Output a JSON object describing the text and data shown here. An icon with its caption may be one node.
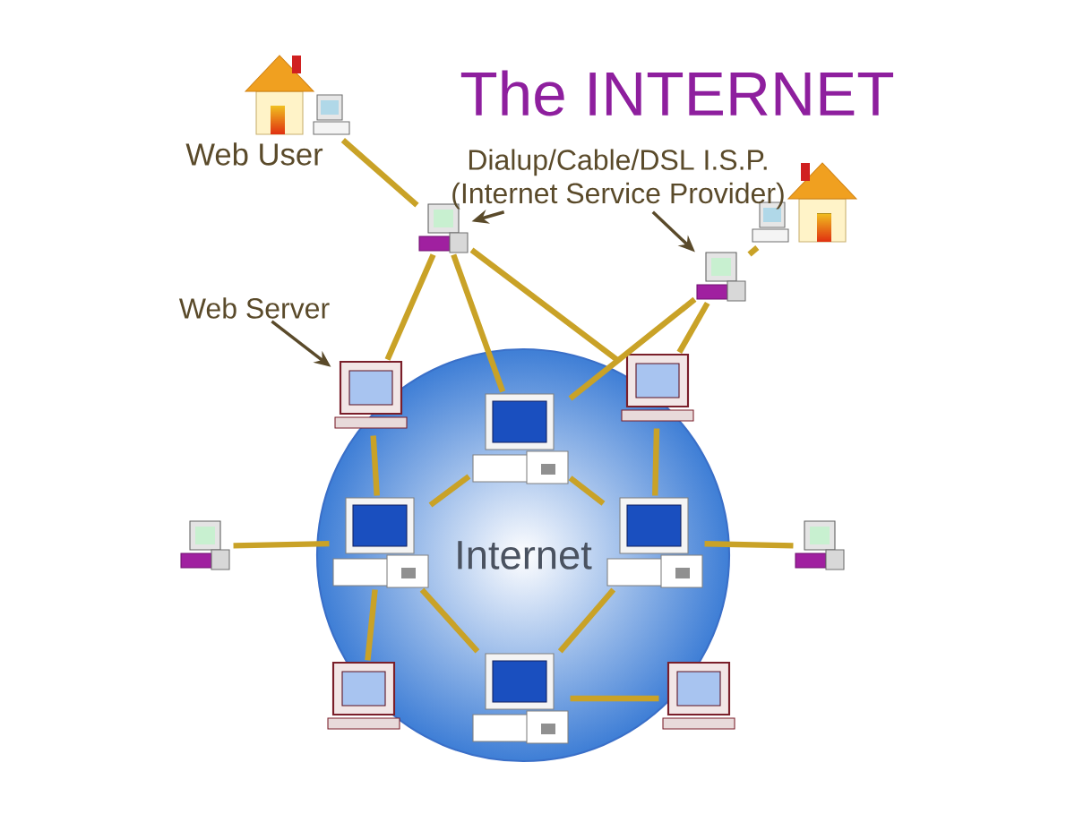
{
  "diagram": {
    "title": "The INTERNET",
    "nodes": [
      {
        "text": [],
        "shape": "picture",
        "beside": [
          "Web User"
        ]
      },
      {
        "text": [],
        "shape": "picture"
      },
      {
        "text": [],
        "shape": "picture"
      },
      {
        "text": [],
        "shape": "picture"
      },
      {
        "text": [
          "Internet"
        ]
      },
      {
        "text": [],
        "shape": "picture"
      },
      {
        "text": [],
        "shape": "picture",
        "in": 4
      },
      {
        "text": [],
        "shape": "picture"
      },
      {
        "text": [],
        "shape": "picture",
        "in": 4
      },
      {
        "text": [],
        "shape": "picture",
        "in": 4
      },
      {
        "text": [],
        "shape": "picture"
      },
      {
        "text": [],
        "shape": "picture",
        "in": 4
      },
      {
        "text": [],
        "shape": "picture"
      },
      {
        "text": [],
        "shape": "picture"
      },
      {
        "text": [],
        "shape": "picture"
      },
      {
        "text": [
          "Dialup/Cable/DSL I.S.P.",
          "(Internet Service Provider)"
        ]
      },
      {
        "text": [
          "Web Server"
        ]
      }
    ],
    "edges": [
      {
        "from": 0,
        "to": 2,
        "arrow": "none"
      },
      {
        "from": 2,
        "to": 5,
        "arrow": "none"
      },
      {
        "from": 2,
        "to": 6,
        "arrow": "none"
      },
      {
        "from": 2,
        "to": 7,
        "arrow": "none"
      },
      {
        "from": 1,
        "to": 3,
        "arrow": "none"
      },
      {
        "from": 3,
        "to": 6,
        "arrow": "none"
      },
      {
        "from": 3,
        "to": 7,
        "arrow": "none"
      },
      {
        "from": 5,
        "to": 8,
        "arrow": "none"
      },
      {
        "from": 7,
        "to": 9,
        "arrow": "none"
      },
      {
        "from": 10,
        "to": 8,
        "arrow": "none"
      },
      {
        "from": 12,
        "to": 11,
        "arrow": "none"
      },
      {
        "from": 6,
        "to": 8,
        "arrow": "none"
      },
      {
        "from": 8,
        "to": 11,
        "arrow": "none"
      },
      {
        "from": 11,
        "to": 9,
        "arrow": "none"
      },
      {
        "from": 9,
        "to": 6,
        "arrow": "none"
      },
      {
        "from": 13,
        "to": 8,
        "arrow": "none"
      },
      {
        "from": 9,
        "to": 14,
        "arrow": "none"
      },
      {
        "from": 15,
        "to": 2,
        "arrow": "to",
        "color": "#5a4a2a"
      },
      {
        "from": 15,
        "to": 3,
        "arrow": "to",
        "color": "#5a4a2a"
      },
      {
        "from": 16,
        "to": 5,
        "arrow": "to",
        "color": "#5a4a2a"
      }
    ]
  }
}
